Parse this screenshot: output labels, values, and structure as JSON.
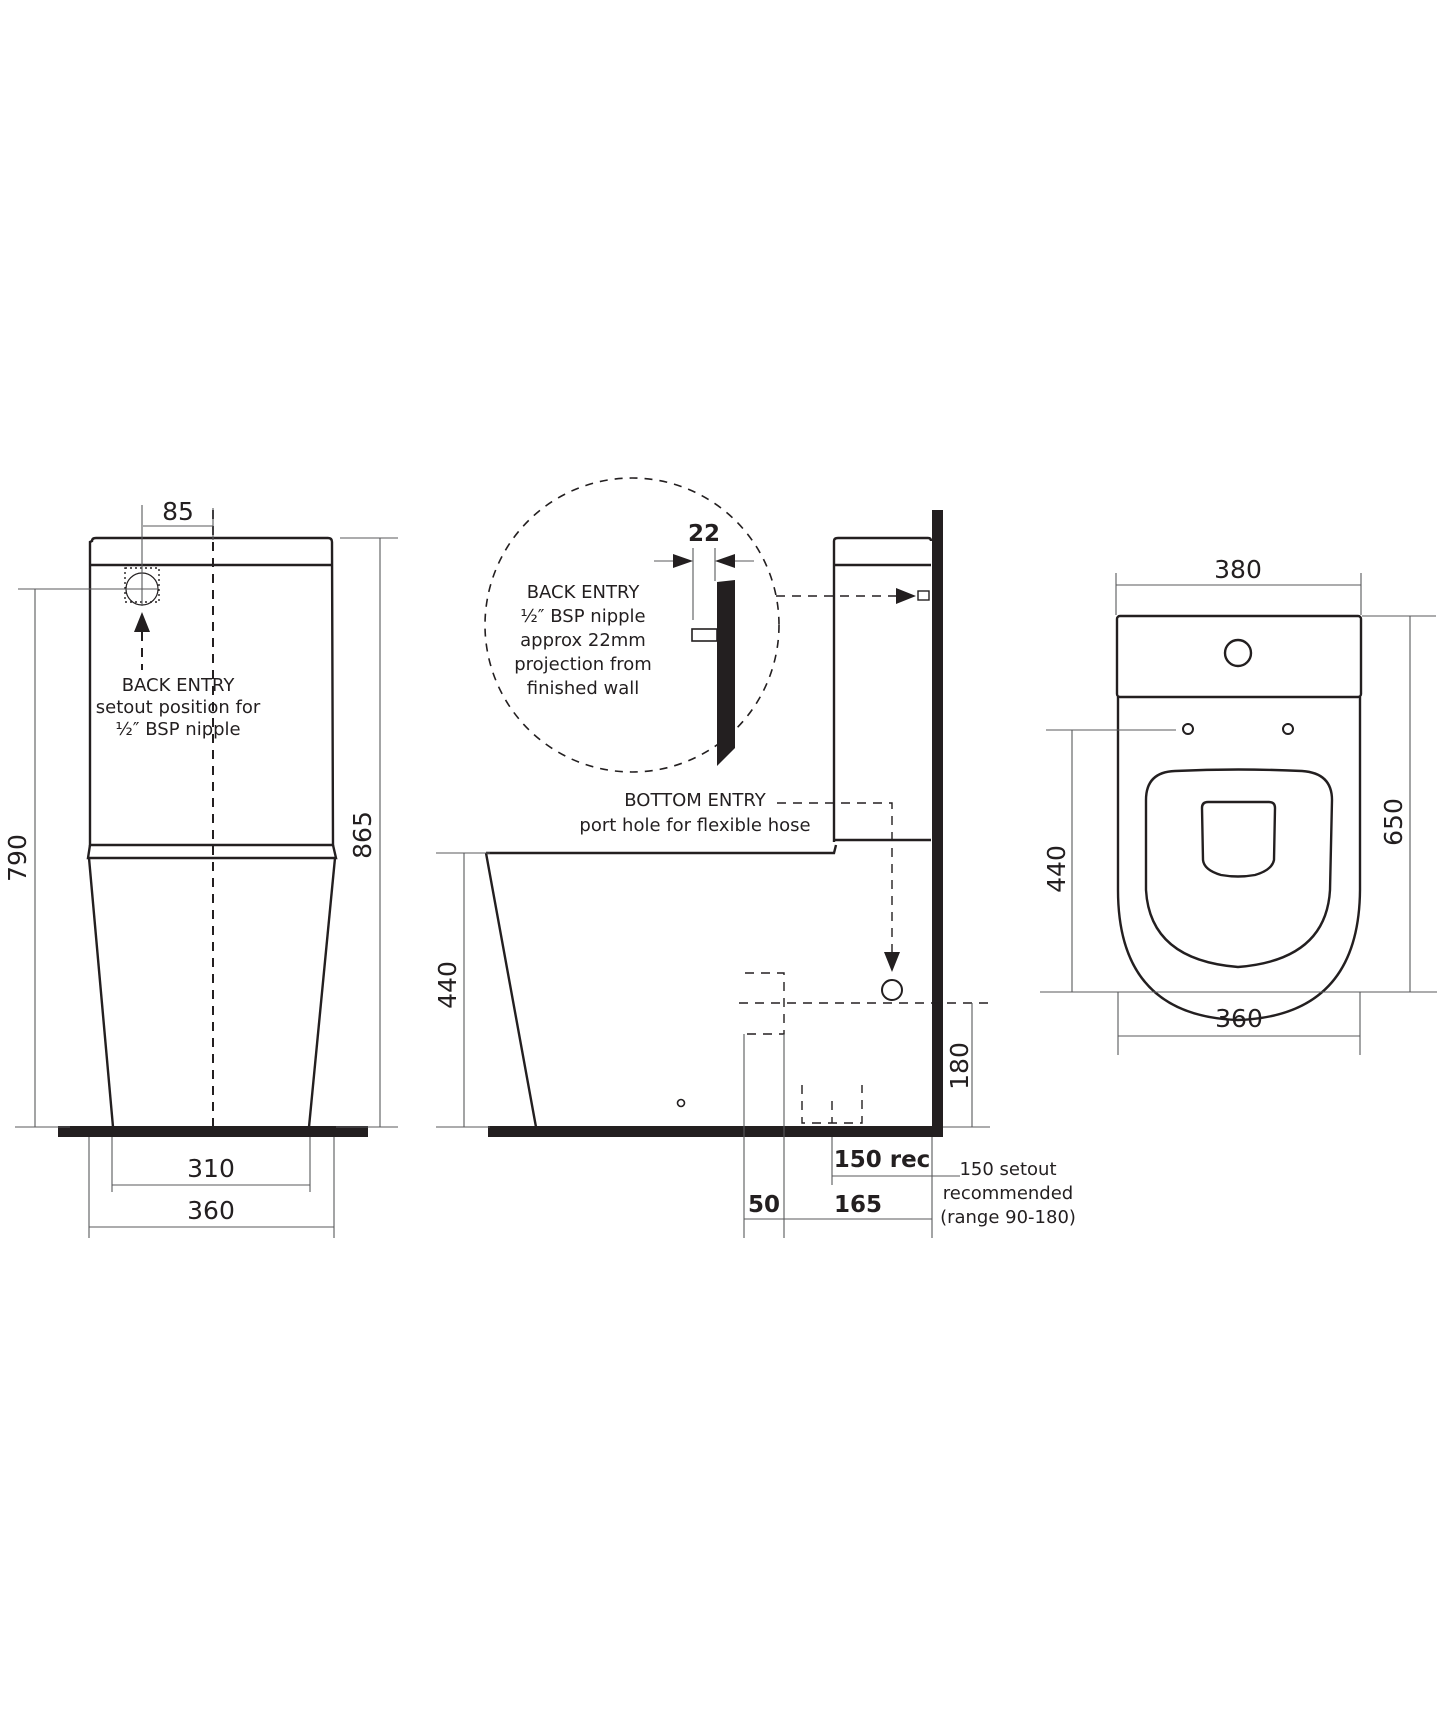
{
  "drawing": {
    "title": "Close-coupled toilet suite dimension drawing",
    "units": "mm",
    "colors": {
      "line": "#231f20",
      "dimension_line": "#58595b",
      "background": "#ffffff"
    }
  },
  "front_view": {
    "dim_back_entry_offset": "85",
    "dim_back_entry_height": "790",
    "dim_overall_height": "865",
    "dim_base_width": "310",
    "dim_overall_width": "360",
    "note": {
      "line1": "BACK ENTRY",
      "line2": "setout position for",
      "line3": "½″ BSP nipple"
    }
  },
  "side_view": {
    "detail_dim": "22",
    "detail_note": {
      "line1": "BACK ENTRY",
      "line2": "½″ BSP nipple",
      "line3": "approx 22mm",
      "line4": "projection from",
      "line5": "finished wall"
    },
    "bottom_entry_note": {
      "line1": "BOTTOM ENTRY",
      "line2": "port hole for flexible hose"
    },
    "dim_seat_height": "440",
    "dim_inlet_height": "180",
    "dim_setout_rec": "150 rec",
    "dim_50": "50",
    "dim_165": "165",
    "setout_note": {
      "line1": "150 setout",
      "line2": "recommended",
      "line3": "(range 90-180)"
    }
  },
  "top_view": {
    "dim_cistern_width": "380",
    "dim_bowl_width": "360",
    "dim_depth": "650",
    "dim_hinge_to_front": "440"
  }
}
